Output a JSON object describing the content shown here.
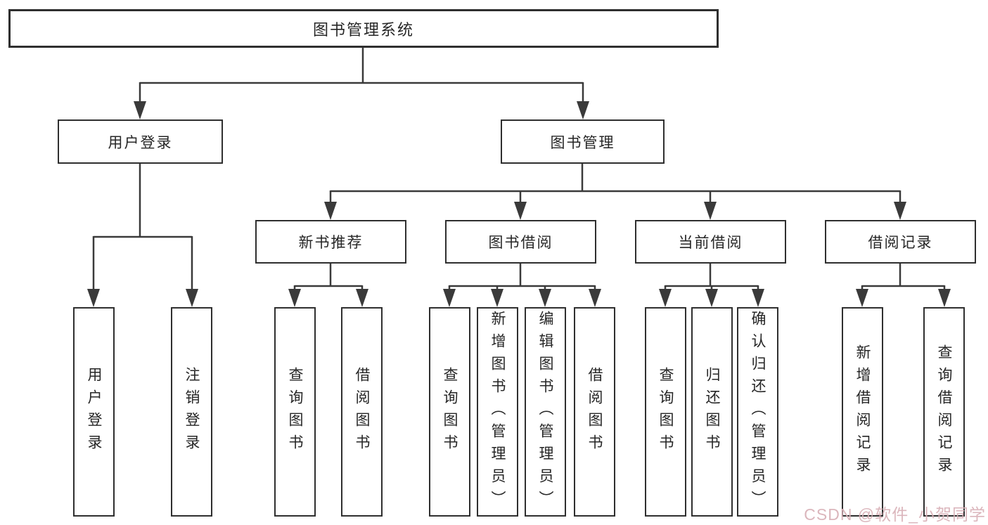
{
  "colors": {
    "line": "#3a3a3a",
    "box_border": "#2f2f2f",
    "text": "#262626",
    "watermark_pink": "#d8b0b6"
  },
  "watermark": "CSDN @软件_小贺同学",
  "tree": {
    "root": "图书管理系统",
    "branches": [
      {
        "label": "用户登录",
        "children": [
          "用户登录",
          "注销登录"
        ]
      },
      {
        "label": "图书管理",
        "sections": [
          {
            "label": "新书推荐",
            "children": [
              "查询图书",
              "借阅图书"
            ]
          },
          {
            "label": "图书借阅",
            "children": [
              "查询图书",
              "新增图书（管理员）",
              "编辑图书（管理员）",
              "借阅图书"
            ]
          },
          {
            "label": "当前借阅",
            "children": [
              "查询图书",
              "归还图书",
              "确认归还（管理员）"
            ]
          },
          {
            "label": "借阅记录",
            "children": [
              "新增借阅记录",
              "查询借阅记录"
            ]
          }
        ]
      }
    ]
  }
}
